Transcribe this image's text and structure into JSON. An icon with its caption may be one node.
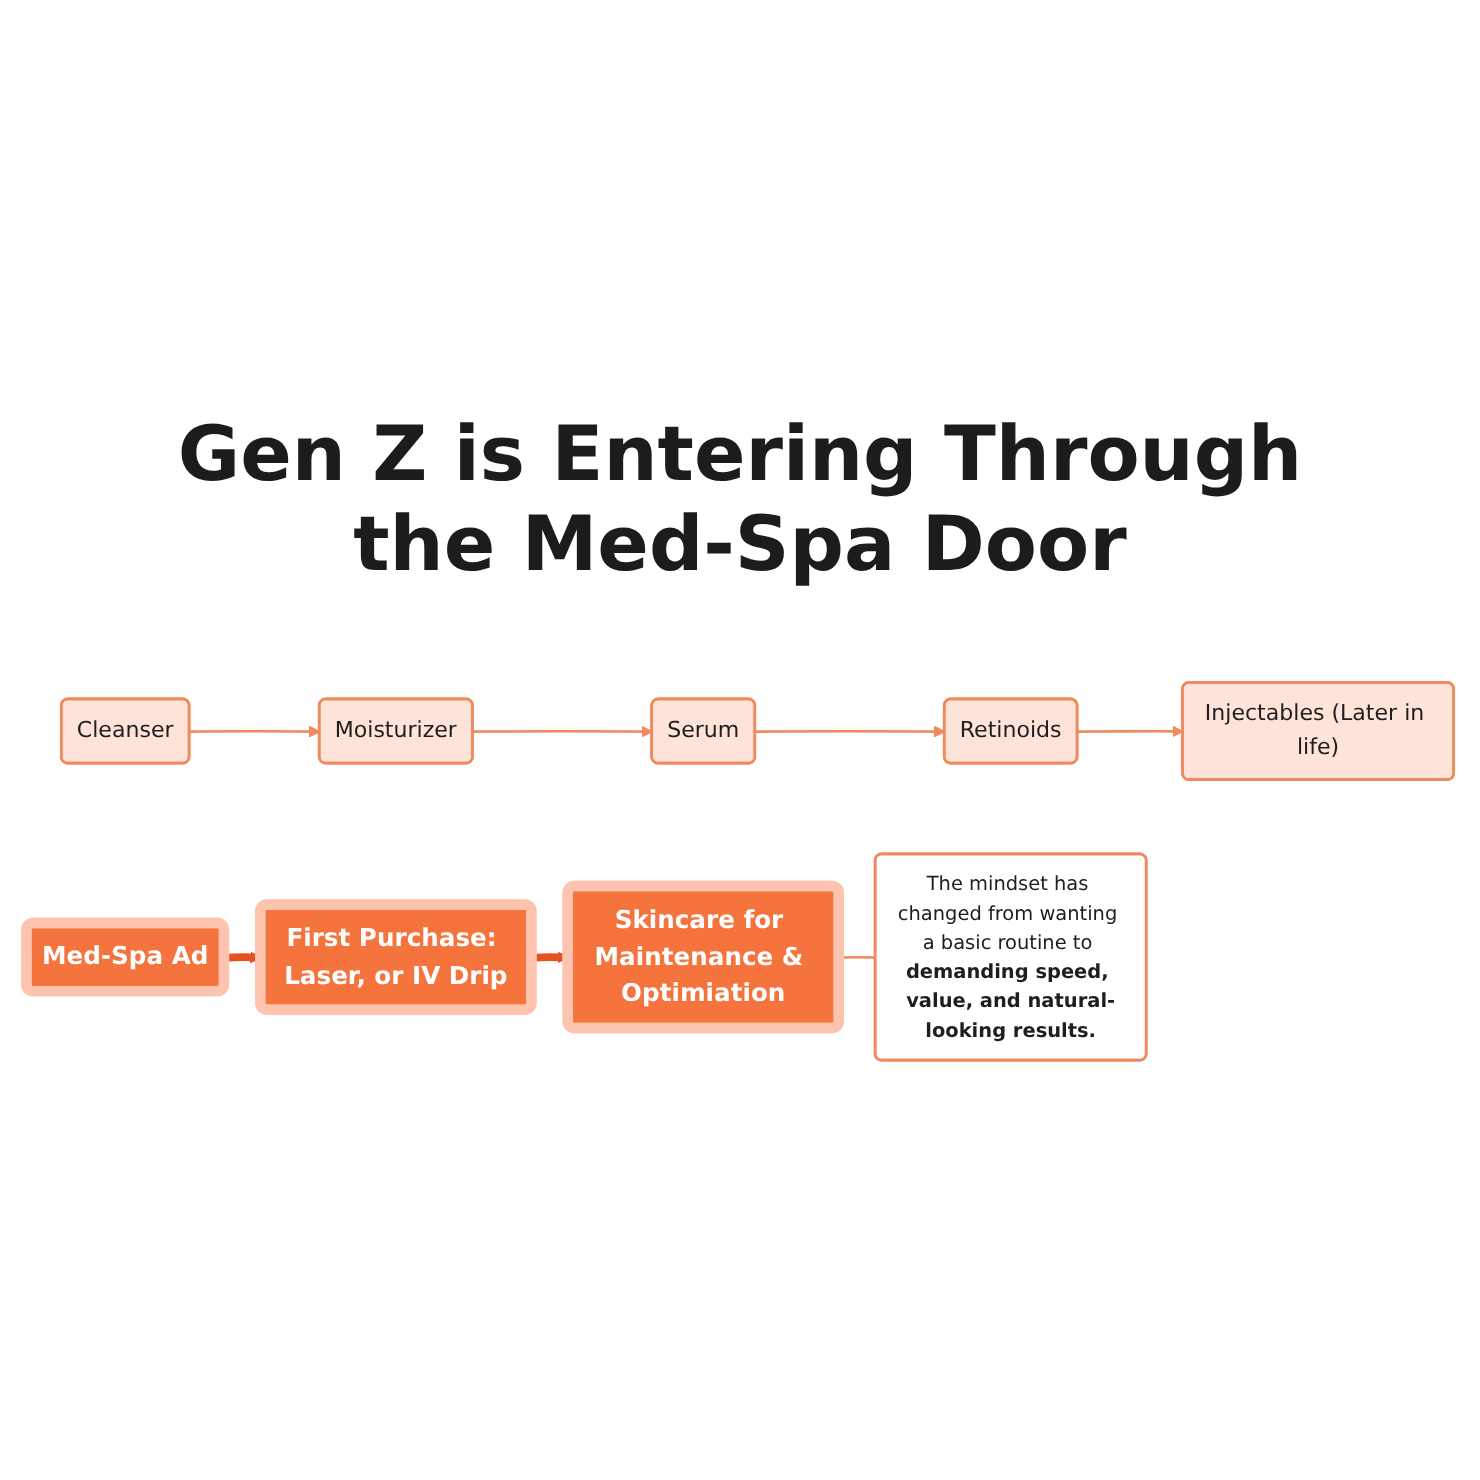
{
  "diagram": {
    "title": "Gen Z is Entering Through the Med-Spa Door",
    "nodes": [
      {
        "text": [
          "Cleanser"
        ]
      },
      {
        "text": [
          "Moisturizer"
        ]
      },
      {
        "text": [
          "Serum"
        ]
      },
      {
        "text": [
          "Retinoids"
        ]
      },
      {
        "text": [
          "Injectables (Later in life)"
        ]
      },
      {
        "text": [
          "Med-Spa Ad"
        ]
      },
      {
        "text": [
          "First Purchase: Laser, or IV Drip"
        ]
      },
      {
        "text": [
          "Skincare for Maintenance & Optimiation"
        ]
      },
      {
        "text": [
          "The mindset has changed from wanting a basic routine to **demanding speed, value, and natural-looking results.**"
        ]
      }
    ],
    "edges": [
      {
        "from": 0,
        "to": 1,
        "arrow": "to"
      },
      {
        "from": 1,
        "to": 2,
        "arrow": "to"
      },
      {
        "from": 2,
        "to": 3,
        "arrow": "to"
      },
      {
        "from": 3,
        "to": 4,
        "arrow": "to"
      },
      {
        "from": 5,
        "to": 6,
        "arrow": "to",
        "style": "thick",
        "color": "#e4521f"
      },
      {
        "from": 6,
        "to": 7,
        "arrow": "to",
        "style": "thick",
        "color": "#e4521f"
      },
      {
        "from": 8,
        "to": 7,
        "arrow": "none"
      }
    ]
  }
}
